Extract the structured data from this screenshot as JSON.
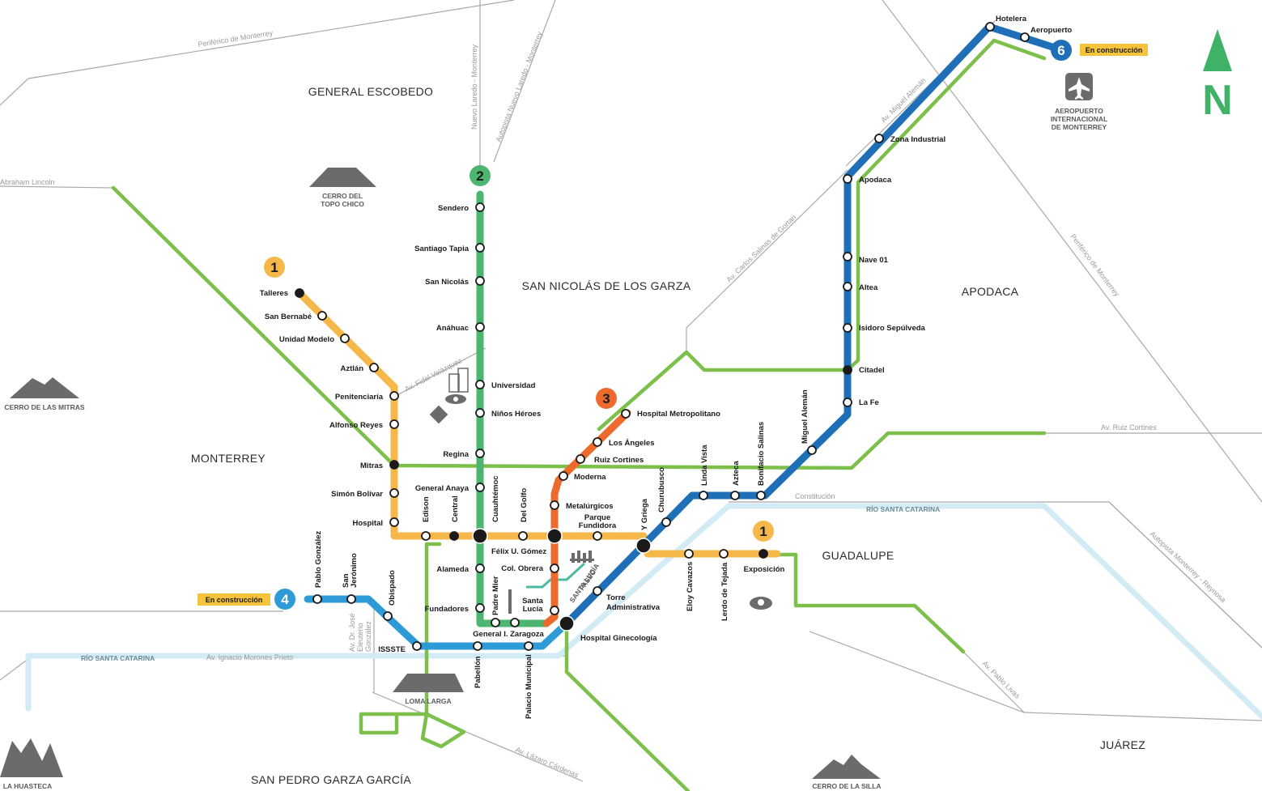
{
  "colors": {
    "line1": "#f7b84b",
    "line2": "#4cb56f",
    "line3": "#ee6a2c",
    "line4": "#2e9bd6",
    "line6": "#1f6fb8",
    "ecovia": "#7cc04b",
    "river": "#d3ebf5",
    "road": "#a8a8a8"
  },
  "lines": {
    "l1": "1",
    "l1_east": "1",
    "l2": "2",
    "l3": "3",
    "l4": "4",
    "l6": "6"
  },
  "tags": {
    "l6_status": "En construcción",
    "l4_status": "En construcción"
  },
  "areas": {
    "general_escobedo": "GENERAL ESCOBEDO",
    "san_nicolas": "SAN NICOLÁS DE LOS GARZA",
    "apodaca": "APODACA",
    "monterrey": "MONTERREY",
    "guadalupe": "GUADALUPE",
    "san_pedro": "SAN PEDRO GARZA GARCÍA",
    "juarez": "JUÁREZ"
  },
  "pois": {
    "topo_chico_1": "CERRO DEL",
    "topo_chico_2": "TOPO CHICO",
    "mitras": "CERRO DE LAS MITRAS",
    "loma_larga": "LOMA LARGA",
    "huasteca": "LA HUASTECA",
    "silla": "CERRO DE LA SILLA",
    "airport_1": "AEROPUERTO",
    "airport_2": "INTERNACIONAL",
    "airport_3": "DE MONTERREY",
    "paseo_1": "PASEO",
    "paseo_2": "SANTA LUCÍA"
  },
  "roads": {
    "periferico_top": "Periférico de Monterrey",
    "abraham": "Abraham Lincoln",
    "nuevo_laredo": "Nuevo Laredo - Monterrey",
    "autopista_nl": "Autopista Nuevo Laredo - Monterrey",
    "fidel": "Av. Fidel Velázquez",
    "gortari": "Av. Carlos Salinas de Gortari",
    "miguel_aleman_av": "Av. Miguel Alemán",
    "periferico_right": "Periférico de Monterrey",
    "ruiz_cortines_av": "Av. Ruiz Cortines",
    "constitucion": "Constitución",
    "rio_sc_right": "RÍO SANTA CATARINA",
    "rio_sc_left": "RÍO SANTA CATARINA",
    "morones": "Av. Ignacio Morones Prieto",
    "autopista_reynosa": "Autopista Monterrey - Reynosa",
    "pablo_livas": "Av. Pablo Livas",
    "lazaro": "Av. Lázaro Cárdenas",
    "jose_eleuterio_1": "Av. Dr. José",
    "jose_eleuterio_2": "Eleuterio",
    "jose_eleuterio_3": "González"
  },
  "stations": {
    "talleres": "Talleres",
    "san_bernabe": "San Bernabé",
    "unidad_modelo": "Unidad Modelo",
    "aztlan": "Aztlán",
    "penitenciaria": "Penitenciaría",
    "alfonso_reyes": "Alfonso Reyes",
    "mitras": "Mitras",
    "simon_bolivar": "Simón Bolívar",
    "hospital": "Hospital",
    "edison": "Edison",
    "central": "Central",
    "cuauhtemoc": "Cuauhtémoc",
    "del_golfo": "Del Golfo",
    "felix_u_gomez": "Félix U. Gómez",
    "parque_fundidora_1": "Parque",
    "parque_fundidora_2": "Fundidora",
    "y_griega": "Y Griega",
    "eloy_cavazos": "Eloy Cavazos",
    "lerdo_de_tejada": "Lerdo de Tejada",
    "exposicion": "Exposición",
    "sendero": "Sendero",
    "santiago_tapia": "Santiago Tapia",
    "san_nicolas": "San Nicolás",
    "anahuac": "Anáhuac",
    "universidad": "Universidad",
    "ninos_heroes": "Niños Héroes",
    "regina": "Regina",
    "general_anaya": "General Anaya",
    "alameda": "Alameda",
    "fundadores": "Fundadores",
    "padre_mier": "Padre Mier",
    "general_zaragoza": "General I. Zaragoza",
    "hospital_metropolitano": "Hospital Metropolitano",
    "los_angeles": "Los Ángeles",
    "ruiz_cortines": "Ruiz Cortines",
    "moderna": "Moderna",
    "metalurgicos": "Metalúrgicos",
    "col_obrera": "Col. Obrera",
    "santa_lucia_1": "Santa",
    "santa_lucia_2": "Lucía",
    "pablo_gonzalez": "Pablo González",
    "san_jeronimo_1": "San",
    "san_jeronimo_2": "Jerónimo",
    "obispado": "Obispado",
    "issste": "ISSSTE",
    "pabellon": "Pabellón",
    "palacio_municipal": "Palacio Municipal",
    "hospital_ginecologia": "Hospital Ginecología",
    "torre_administrativa_1": "Torre",
    "torre_administrativa_2": "Administrativa",
    "churubusco": "Churubusco",
    "linda_vista": "Linda Vista",
    "azteca": "Azteca",
    "bonifacio_salinas": "Bonifacio Salinas",
    "miguel_aleman": "Miguel Alemán",
    "la_fe": "La Fe",
    "citadel": "Citadel",
    "isidoro_sepulveda": "Isidoro Sepúlveda",
    "altea": "Altea",
    "nave_01": "Nave 01",
    "apodaca": "Apodaca",
    "zona_industrial": "Zona Industrial",
    "hotelera": "Hotelera",
    "aeropuerto": "Aeropuerto"
  },
  "compass": "N"
}
